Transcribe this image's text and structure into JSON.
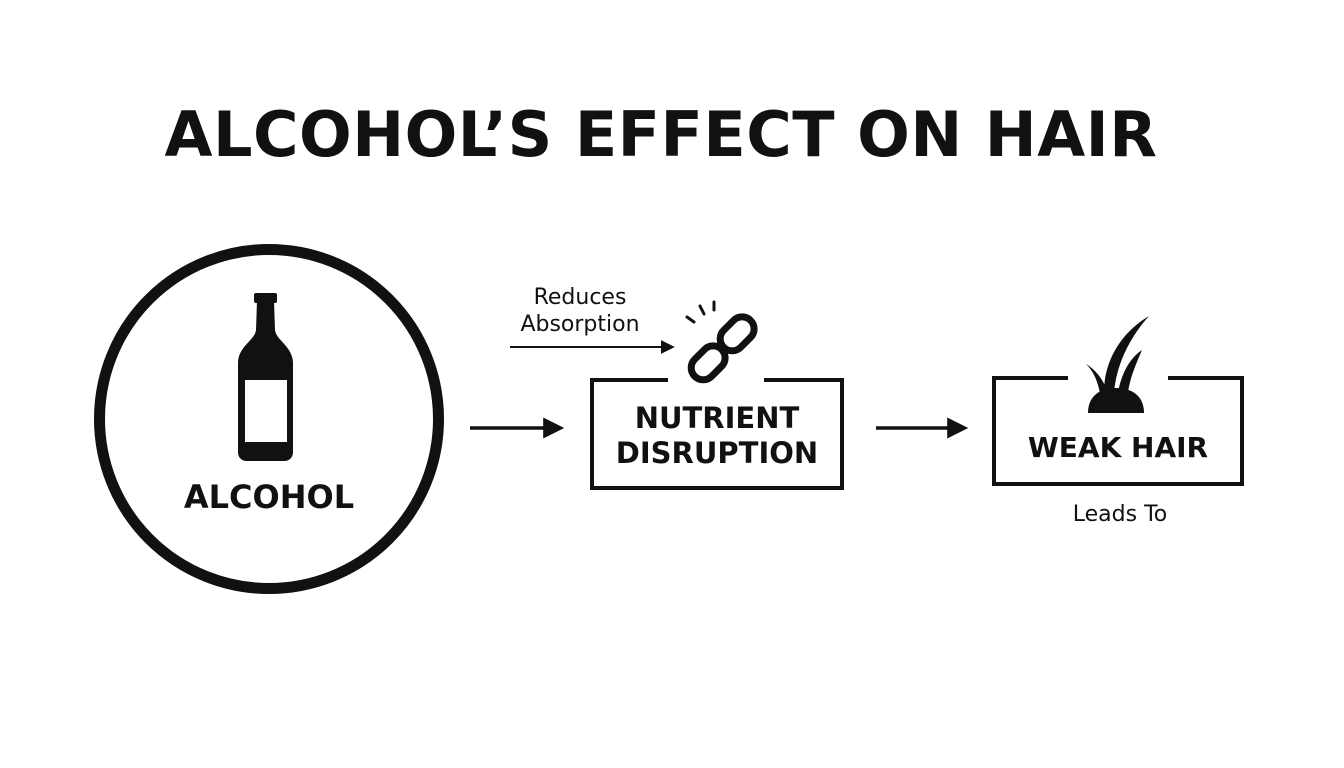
{
  "diagram": {
    "title": "ALCOHOL’S EFFECT ON HAIR",
    "nodes": [
      {
        "id": "alcohol",
        "label": "ALCOHOL",
        "icon": "bottle-icon"
      },
      {
        "id": "nutrient",
        "label_lines": [
          "NUTRIENT",
          "DISRUPTION"
        ],
        "icon": "broken-chain-icon"
      },
      {
        "id": "weak-hair",
        "label": "WEAK HAIR",
        "icon": "hair-strands-icon"
      }
    ],
    "annotations": {
      "reduces_lines": [
        "Reduces",
        "Absorption"
      ],
      "leads_to": "Leads To"
    },
    "colors": {
      "ink": "#111111",
      "background": "#ffffff"
    }
  }
}
